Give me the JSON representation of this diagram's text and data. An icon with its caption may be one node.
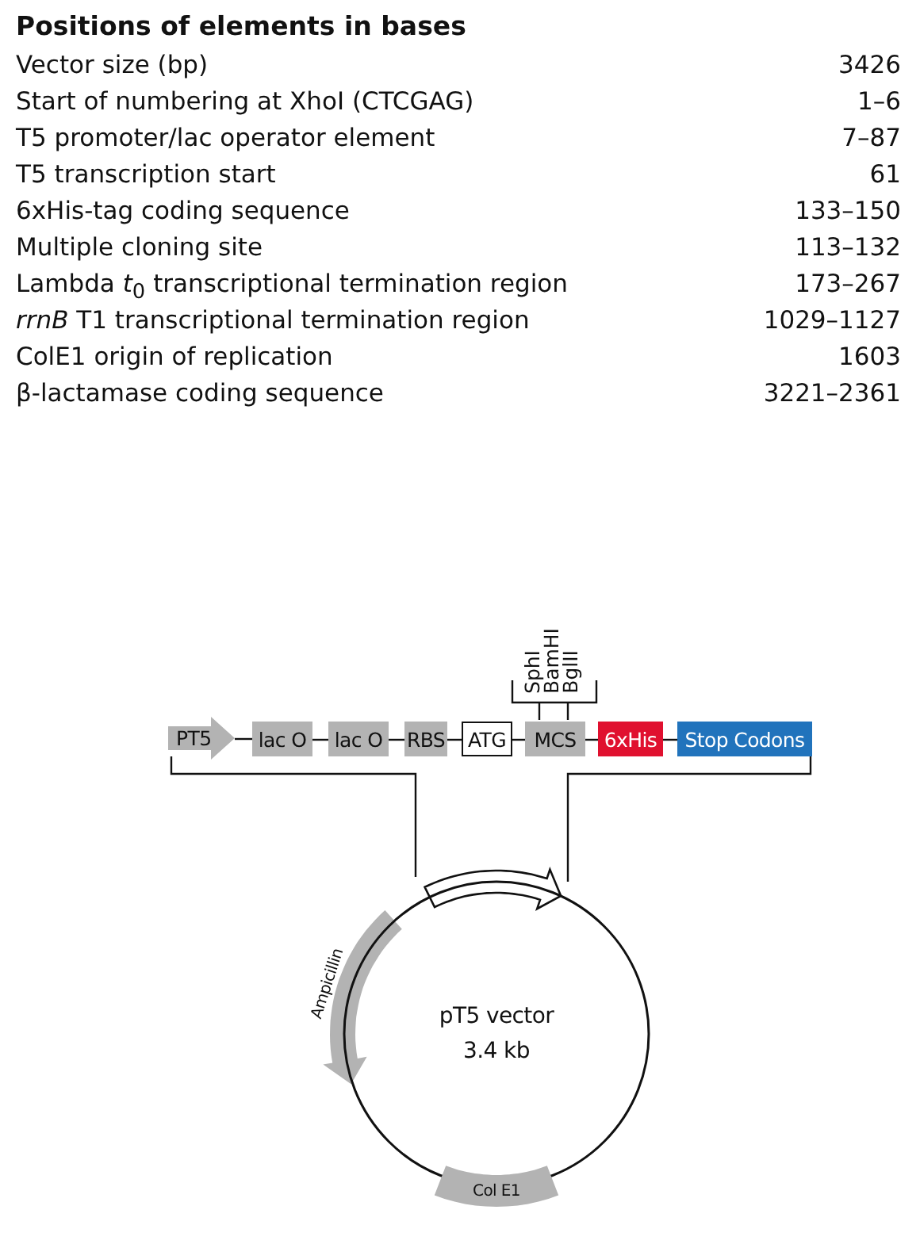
{
  "diagram": {
    "title": "Positions of elements in bases",
    "nodes": [
      {
        "text": [
          "PT5"
        ]
      },
      {
        "text": [
          "lac O"
        ]
      },
      {
        "text": [
          "lac O"
        ]
      },
      {
        "text": [
          "RBS"
        ]
      },
      {
        "text": [
          "ATG"
        ]
      },
      {
        "text": [
          "MCS"
        ]
      },
      {
        "text": [
          "6xHis"
        ]
      },
      {
        "text": [
          "Stop Codons"
        ]
      },
      {
        "text": [],
        "shape": "arrow"
      },
      {
        "text": [
          "Ampicillin"
        ]
      },
      {
        "text": [
          "pT5 vector",
          "3.4 kb"
        ]
      },
      {
        "text": [
          "Col E1"
        ]
      }
    ],
    "edges": [
      {
        "from": 0,
        "to": 1,
        "arrow": "none"
      },
      {
        "from": 1,
        "to": 2,
        "arrow": "none"
      },
      {
        "from": 2,
        "to": 3,
        "arrow": "none"
      },
      {
        "from": 3,
        "to": 4,
        "arrow": "none"
      },
      {
        "from": 4,
        "to": 5,
        "arrow": "none"
      },
      {
        "from": 5,
        "to": 6,
        "arrow": "none"
      },
      {
        "from": 6,
        "to": 7,
        "arrow": "none"
      },
      {
        "from": 0,
        "to": 8,
        "arrow": "none"
      },
      {
        "from": 7,
        "to": 8,
        "arrow": "none"
      }
    ],
    "labels": [
      "Vector size (bp)",
      "3426",
      "Start of numbering at XhoI (CTCGAG)",
      "1–6",
      "T5 promoter/lac operator element",
      "7–87",
      "T5 transcription start",
      "61",
      "6xHis-tag coding sequence",
      "133–150",
      "Multiple cloning site",
      "113–132",
      "Lambda *t*$_{0}$ transcriptional termination region",
      "173–267",
      "*rrnB* T1 transcriptional termination region",
      "1029–1127",
      "ColE1 origin of replication",
      "1603",
      "β-lactamase coding sequence",
      "3221–2361",
      "SphI",
      "BamHI",
      "BglII"
    ]
  }
}
